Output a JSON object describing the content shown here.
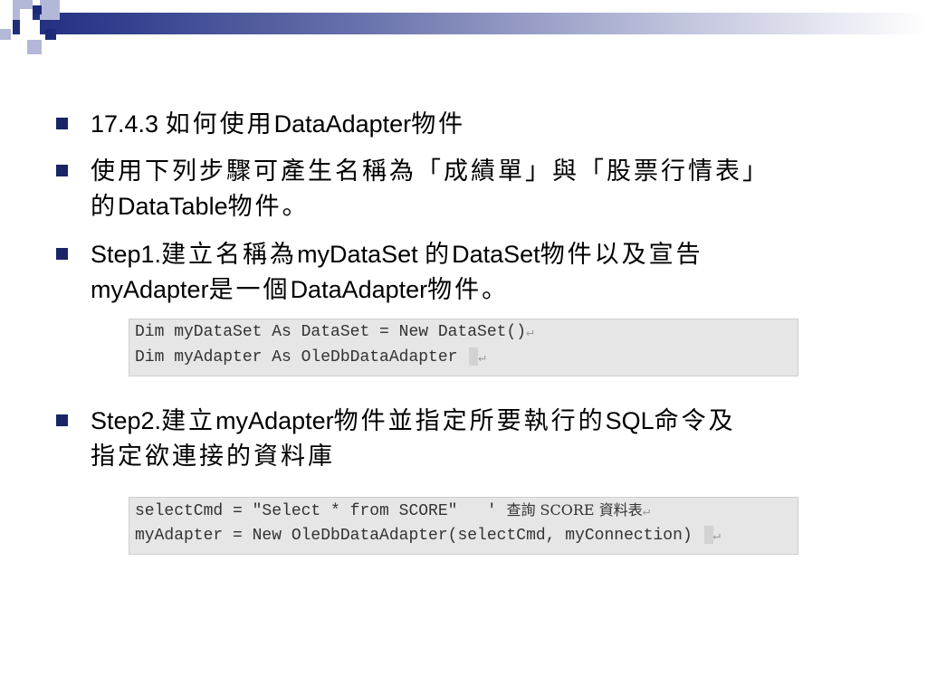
{
  "slide": {
    "bullets": [
      {
        "parts": [
          "17.4.3  ",
          "如何使用",
          "DataAdapter",
          "物件"
        ]
      },
      {
        "line1": "使用下列步驟可產生名稱為「成績單」與「股票行情表」",
        "line2_cjk1": "的",
        "line2_latin": "DataTable",
        "line2_cjk2": "物件。"
      },
      {
        "line1": [
          "Step1.",
          "建立名稱為",
          "myDataSet ",
          "的",
          "DataSet",
          "物件以及宣告"
        ],
        "line2": [
          "myAdapter",
          "是一個",
          "DataAdapter",
          "物件。"
        ]
      },
      {
        "line1": [
          "Step2.",
          "建立",
          "myAdapter",
          "物件並指定所要執行的",
          "SQL",
          "命令及"
        ],
        "line2": "指定欲連接的資料庫"
      }
    ],
    "code1": {
      "lines": [
        "Dim myDataSet As DataSet = New DataSet()",
        "Dim myAdapter As OleDbDataAdapter "
      ]
    },
    "code2": {
      "line1_code": "selectCmd = \"Select * from SCORE\"   ' ",
      "line1_comment": "查詢 SCORE 資料表",
      "line2": "myAdapter = New OleDbDataAdapter(selectCmd, myConnection) "
    },
    "return_glyph": "↵",
    "colors": {
      "accent": "#1c2a78",
      "light_accent": "#b3b8d9",
      "bullet": "#1a2466",
      "code_bg": "#e6e6e6"
    }
  }
}
